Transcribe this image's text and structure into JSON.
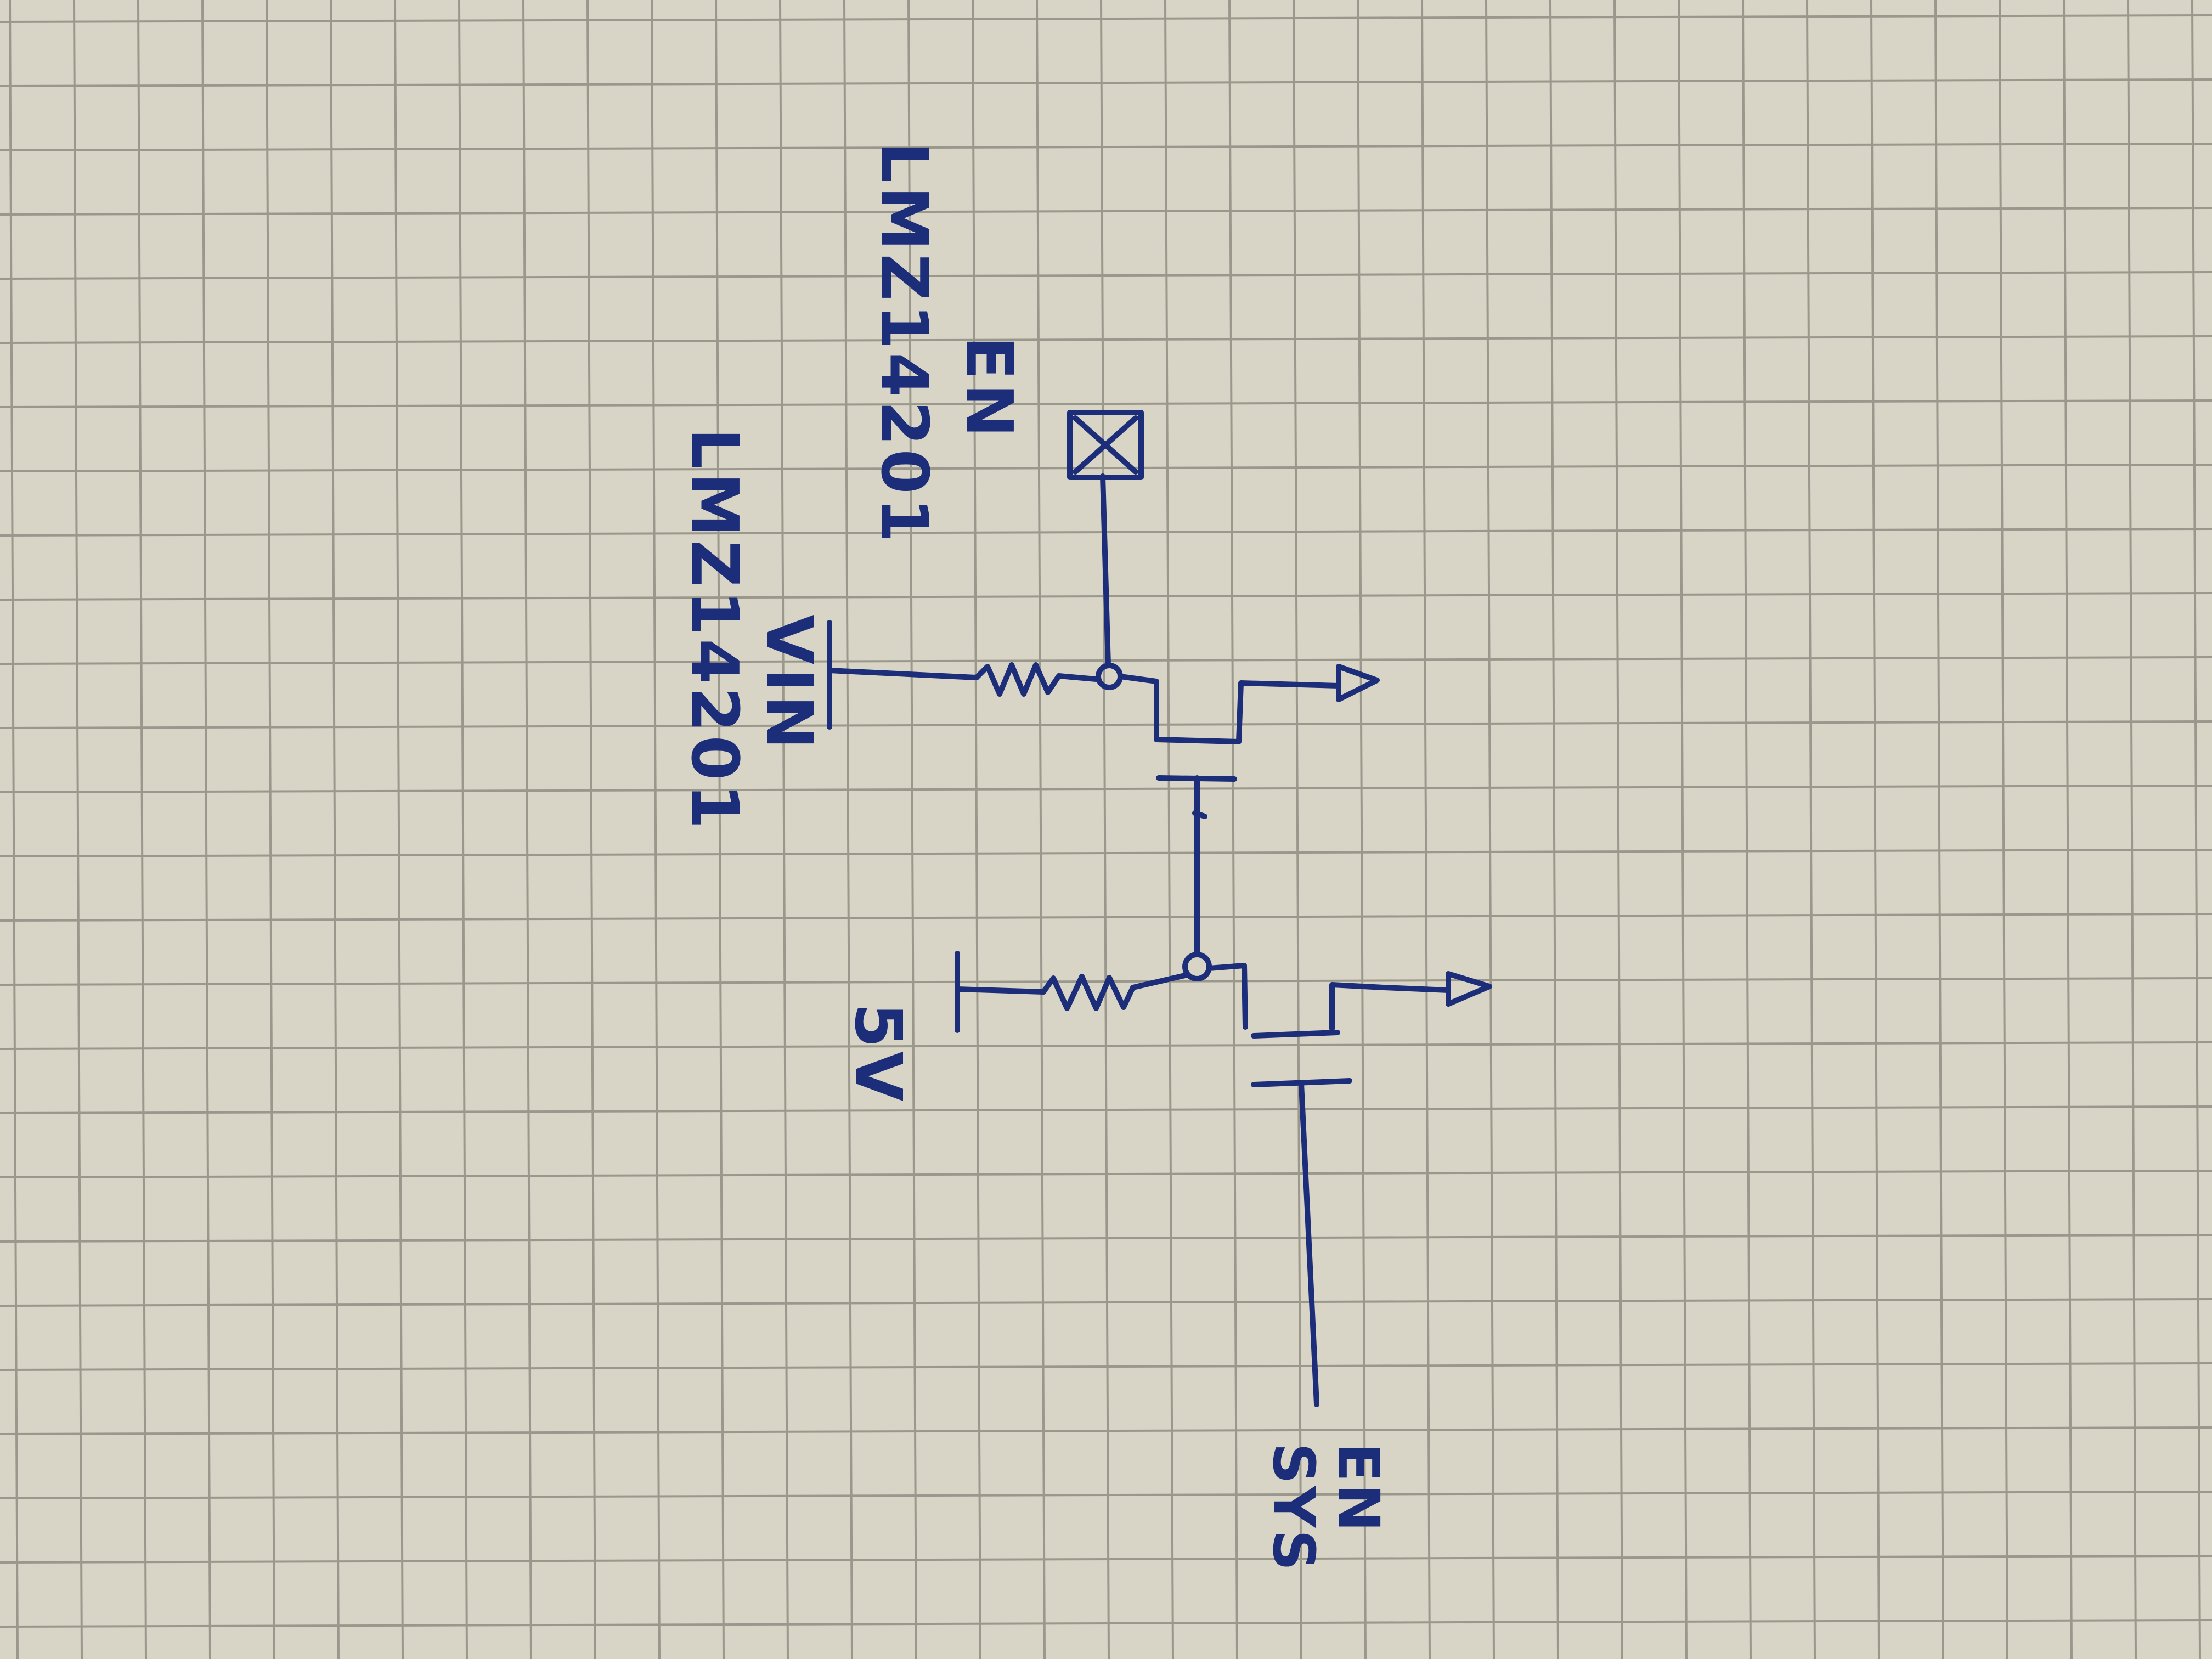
{
  "paper": {
    "background_color": "#d9d5c6",
    "grid_color": "#9a978c",
    "ink_color": "#1c2d7a"
  },
  "labels": {
    "vin_part": "LMZ14201",
    "vin_net": "VIN",
    "en_part": "LMZ14201",
    "en_net": "EN",
    "supply_5v": "5V",
    "sys_en_line1": "SYS",
    "sys_en_line2": "EN"
  },
  "components": [
    {
      "type": "resistor"
    },
    {
      "type": "resistor"
    },
    {
      "type": "nmos-transistor"
    },
    {
      "type": "nmos-transistor"
    },
    {
      "type": "ground-symbol"
    },
    {
      "type": "ground-symbol"
    },
    {
      "type": "no-connect-marker"
    }
  ]
}
